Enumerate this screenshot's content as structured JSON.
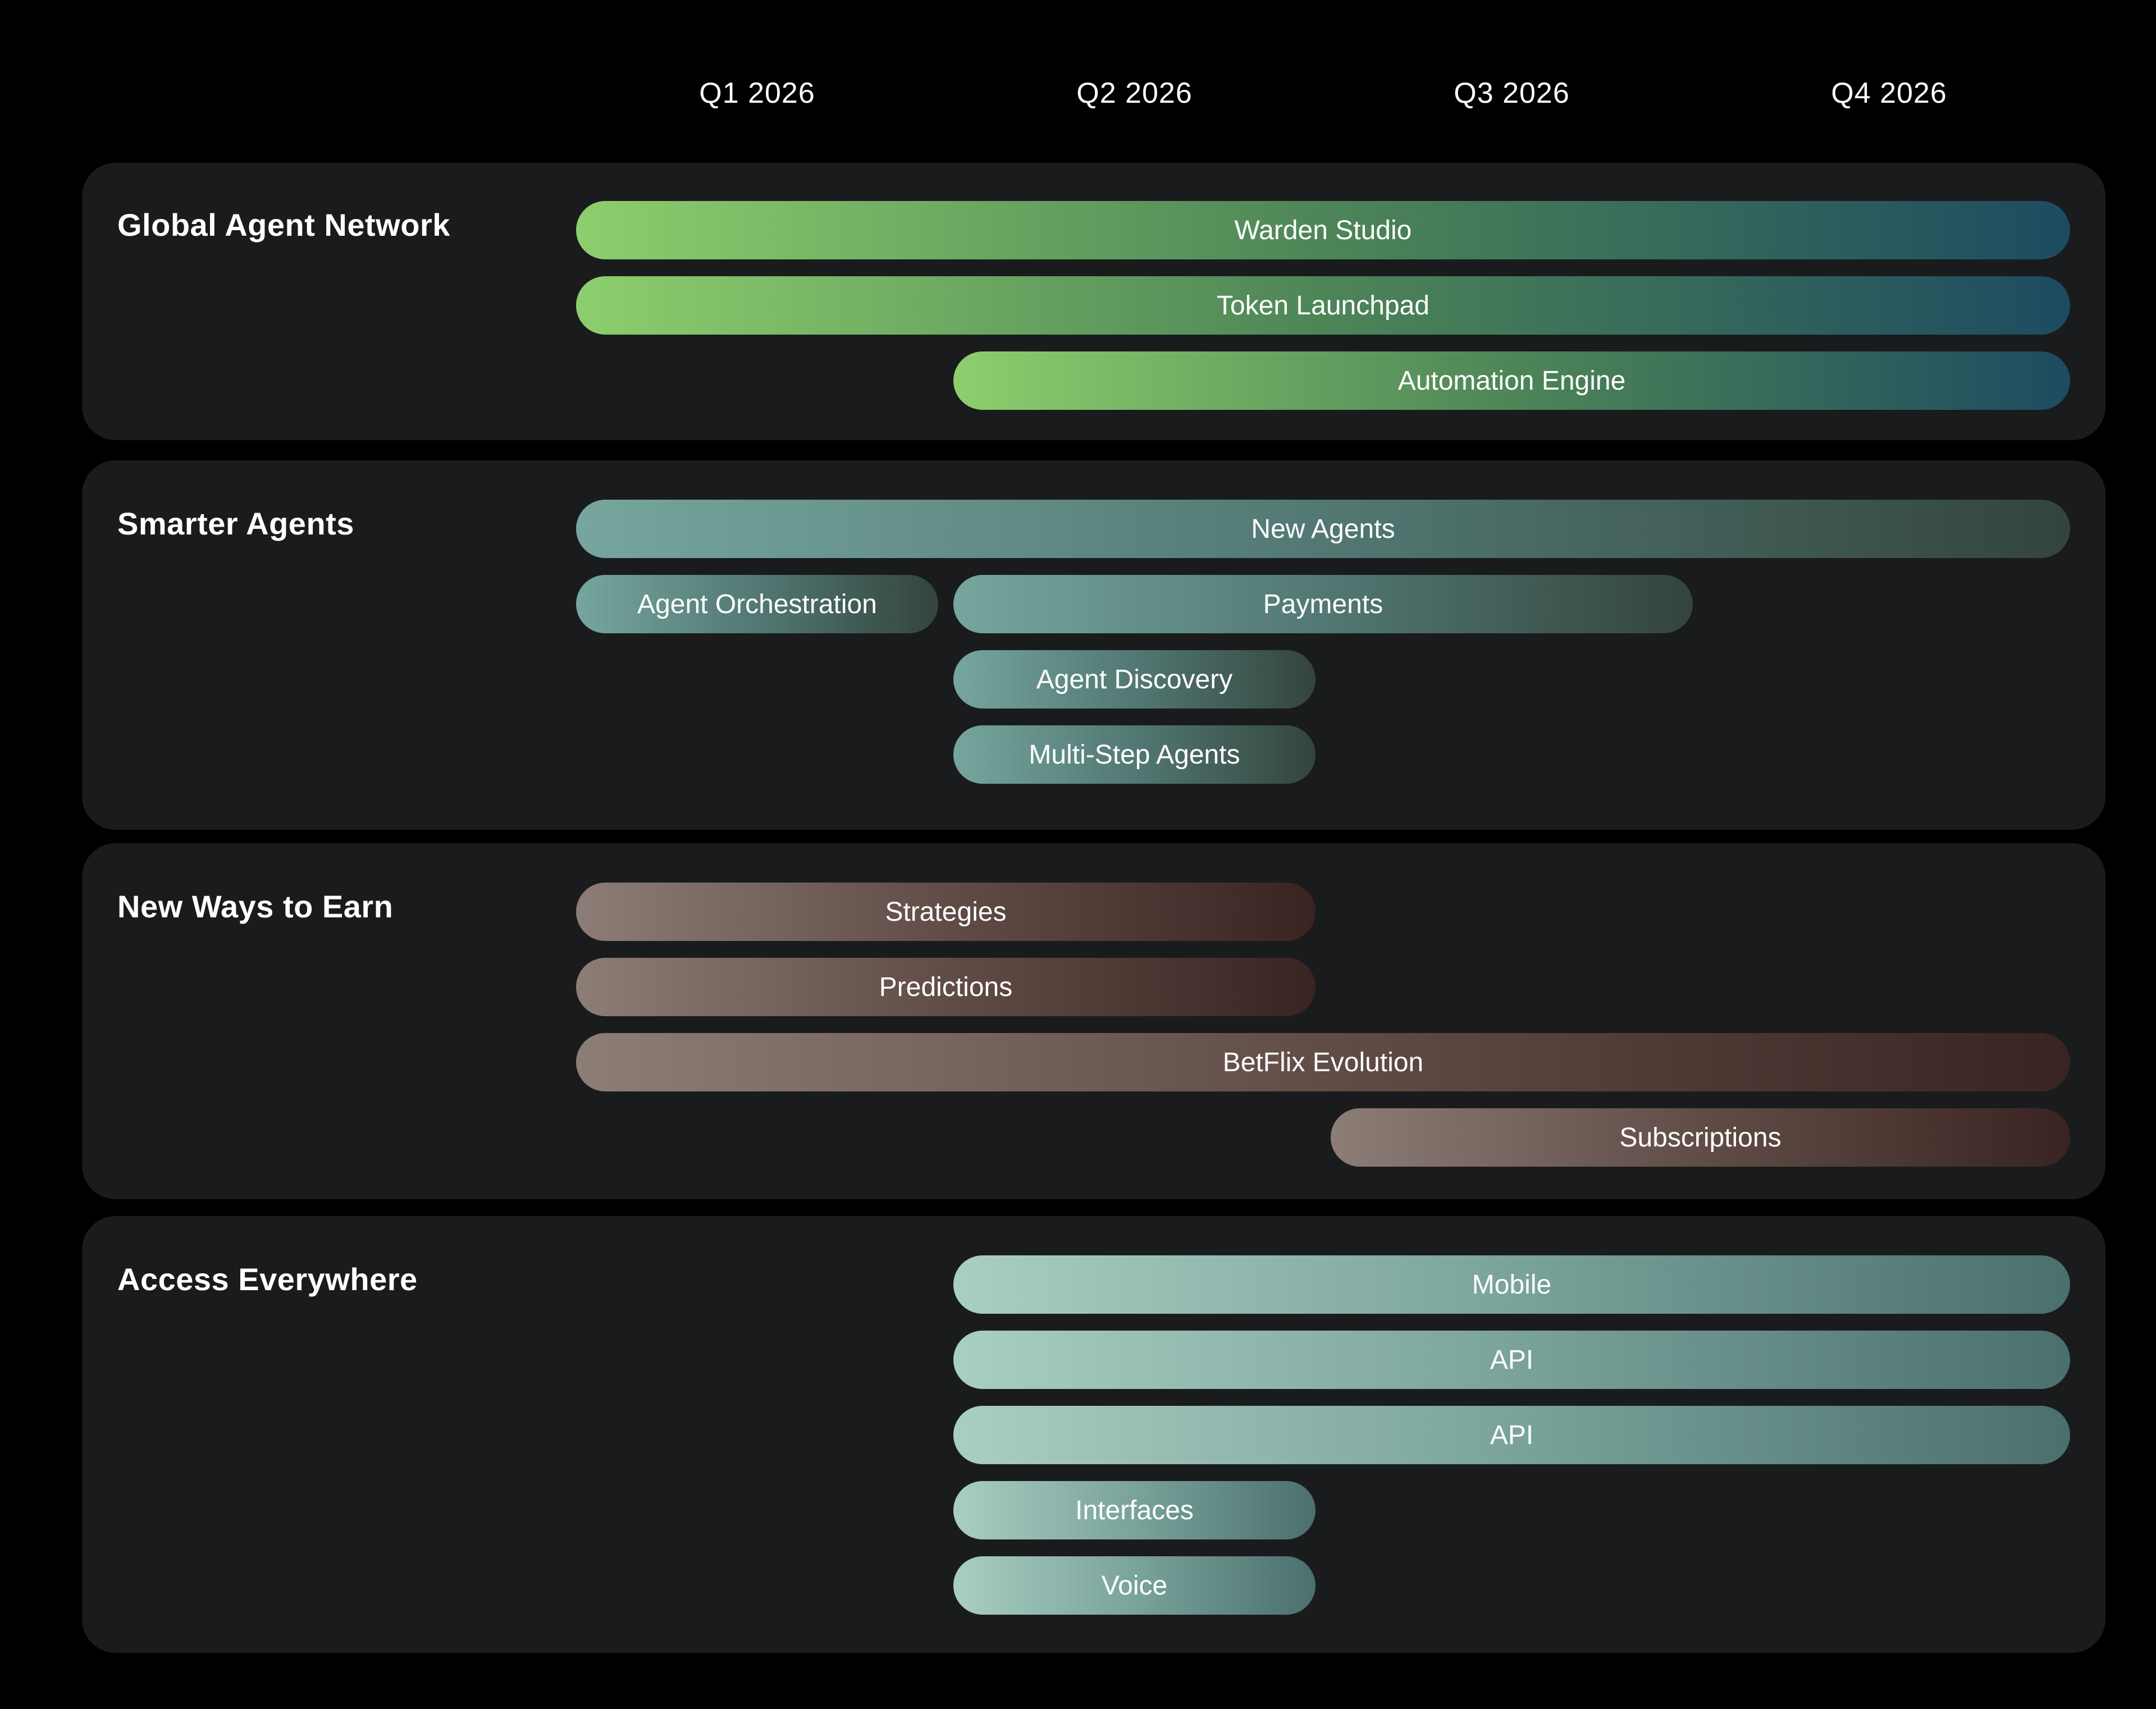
{
  "chart_data": {
    "type": "bar",
    "variant": "gantt-roadmap",
    "orientation": "horizontal",
    "quarters": [
      "Q1 2026",
      "Q2 2026",
      "Q3 2026",
      "Q4 2026"
    ],
    "legend": false,
    "grid": false,
    "colors": {
      "background": "#000000",
      "panel": "#1A1B1D",
      "text": "#FFFFFF"
    },
    "groups": [
      {
        "title": "Global Agent Network",
        "gradient": {
          "from": "#8DCE6D",
          "mid": "#4E8557",
          "to": "#1D4B60"
        },
        "bars": [
          {
            "label": "Warden Studio",
            "start": "Q1 2026",
            "end": "Q4 2026",
            "row": 0
          },
          {
            "label": "Token Launchpad",
            "start": "Q1 2026",
            "end": "Q4 2026",
            "row": 1
          },
          {
            "label": "Automation Engine",
            "start": "Q2 2026",
            "end": "Q4 2026",
            "row": 2
          }
        ]
      },
      {
        "title": "Smarter Agents",
        "gradient": {
          "from": "#76A69E",
          "mid": "#527873",
          "to": "#33443D"
        },
        "bars": [
          {
            "label": "New Agents",
            "start": "Q1 2026",
            "end": "Q4 2026",
            "row": 0
          },
          {
            "label": "Agent Orchestration",
            "start": "Q1 2026",
            "end": "Q1 2026",
            "row": 1
          },
          {
            "label": "Payments",
            "start": "Q2 2026",
            "end": "Q3 2026",
            "row": 1
          },
          {
            "label": "Agent Discovery",
            "start": "Q2 2026",
            "end": "Q2 2026",
            "row": 2
          },
          {
            "label": "Multi-Step Agents",
            "start": "Q2 2026",
            "end": "Q2 2026",
            "row": 3
          }
        ]
      },
      {
        "title": "New Ways to Earn",
        "gradient": {
          "from": "#8C7D77",
          "mid": "#614C46",
          "to": "#3A2422"
        },
        "bars": [
          {
            "label": "Strategies",
            "start": "Q1 2026",
            "end": "Q2 2026",
            "row": 0
          },
          {
            "label": "Predictions",
            "start": "Q1 2026",
            "end": "Q2 2026",
            "row": 1
          },
          {
            "label": "BetFlix Evolution",
            "start": "Q1 2026",
            "end": "Q4 2026",
            "row": 2
          },
          {
            "label": "Subscriptions",
            "start": "Q3 2026",
            "end": "Q4 2026",
            "row": 3
          }
        ]
      },
      {
        "title": "Access Everywhere",
        "gradient": {
          "from": "#A9CEC2",
          "mid": "#7AA39B",
          "to": "#4A6F6D"
        },
        "bars": [
          {
            "label": "Mobile",
            "start": "Q2 2026",
            "end": "Q4 2026",
            "row": 0
          },
          {
            "label": "API",
            "start": "Q2 2026",
            "end": "Q4 2026",
            "row": 1
          },
          {
            "label": "API",
            "start": "Q2 2026",
            "end": "Q4 2026",
            "row": 2
          },
          {
            "label": "Interfaces",
            "start": "Q2 2026",
            "end": "Q2 2026",
            "row": 3
          },
          {
            "label": "Voice",
            "start": "Q2 2026",
            "end": "Q2 2026",
            "row": 4
          }
        ]
      }
    ]
  }
}
